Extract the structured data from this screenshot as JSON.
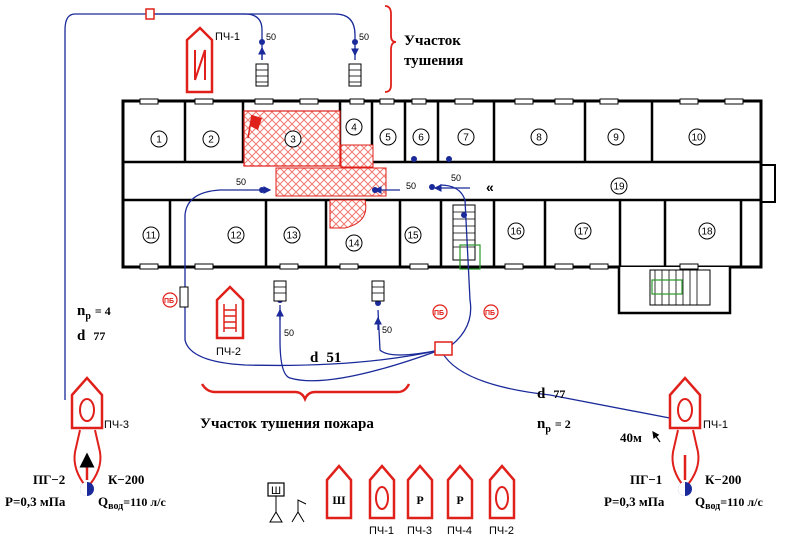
{
  "rooms": [
    "1",
    "2",
    "3",
    "4",
    "5",
    "6",
    "7",
    "8",
    "9",
    "10",
    "11",
    "12",
    "13",
    "14",
    "15",
    "16",
    "17",
    "18",
    "19"
  ],
  "sector_top": "Участок тушения",
  "sector_bottom": "Участок тушения пожара",
  "units": {
    "pch1_top": "ПЧ-1",
    "pch2_mid": "ПЧ-2",
    "pch3_left": "ПЧ-3",
    "pch1_right": "ПЧ-1"
  },
  "hose_len": "50",
  "pb": "ПБ",
  "left_params": {
    "np": "n",
    "np_sub": "р",
    "np_val": "= 4",
    "d": "d",
    "d_val": "77"
  },
  "center_params": {
    "d": "d",
    "d_val": "51"
  },
  "right_params": {
    "d": "d",
    "d_val": "77",
    "np": "n",
    "np_sub": "р",
    "np_val": "= 2"
  },
  "dist_40m": "40м",
  "left_hydrant": {
    "pg": "ПГ−2",
    "k": "К−200",
    "p": "Р=0,3 мПа",
    "q": "Q",
    "q_sub": "вод",
    "q_val": "=110 л/с"
  },
  "right_hydrant": {
    "pg": "ПГ−1",
    "k": "К−200",
    "p": "Р=0,3 мПа",
    "q": "Q",
    "q_sub": "вод",
    "q_val": "=110 л/с"
  },
  "legend": {
    "hq_box": "Ш",
    "trucks": [
      {
        "inner": "Ш",
        "label": ""
      },
      {
        "inner": "",
        "label": "ПЧ-1"
      },
      {
        "inner": "Р",
        "label": "ПЧ-3"
      },
      {
        "inner": "Р",
        "label": "ПЧ-4"
      },
      {
        "inner": "",
        "label": "ПЧ-2"
      }
    ]
  },
  "colors": {
    "fire": "#e0201a",
    "hose": "#1a2a9a",
    "hatch": "#f07a70",
    "wall": "#000000"
  }
}
